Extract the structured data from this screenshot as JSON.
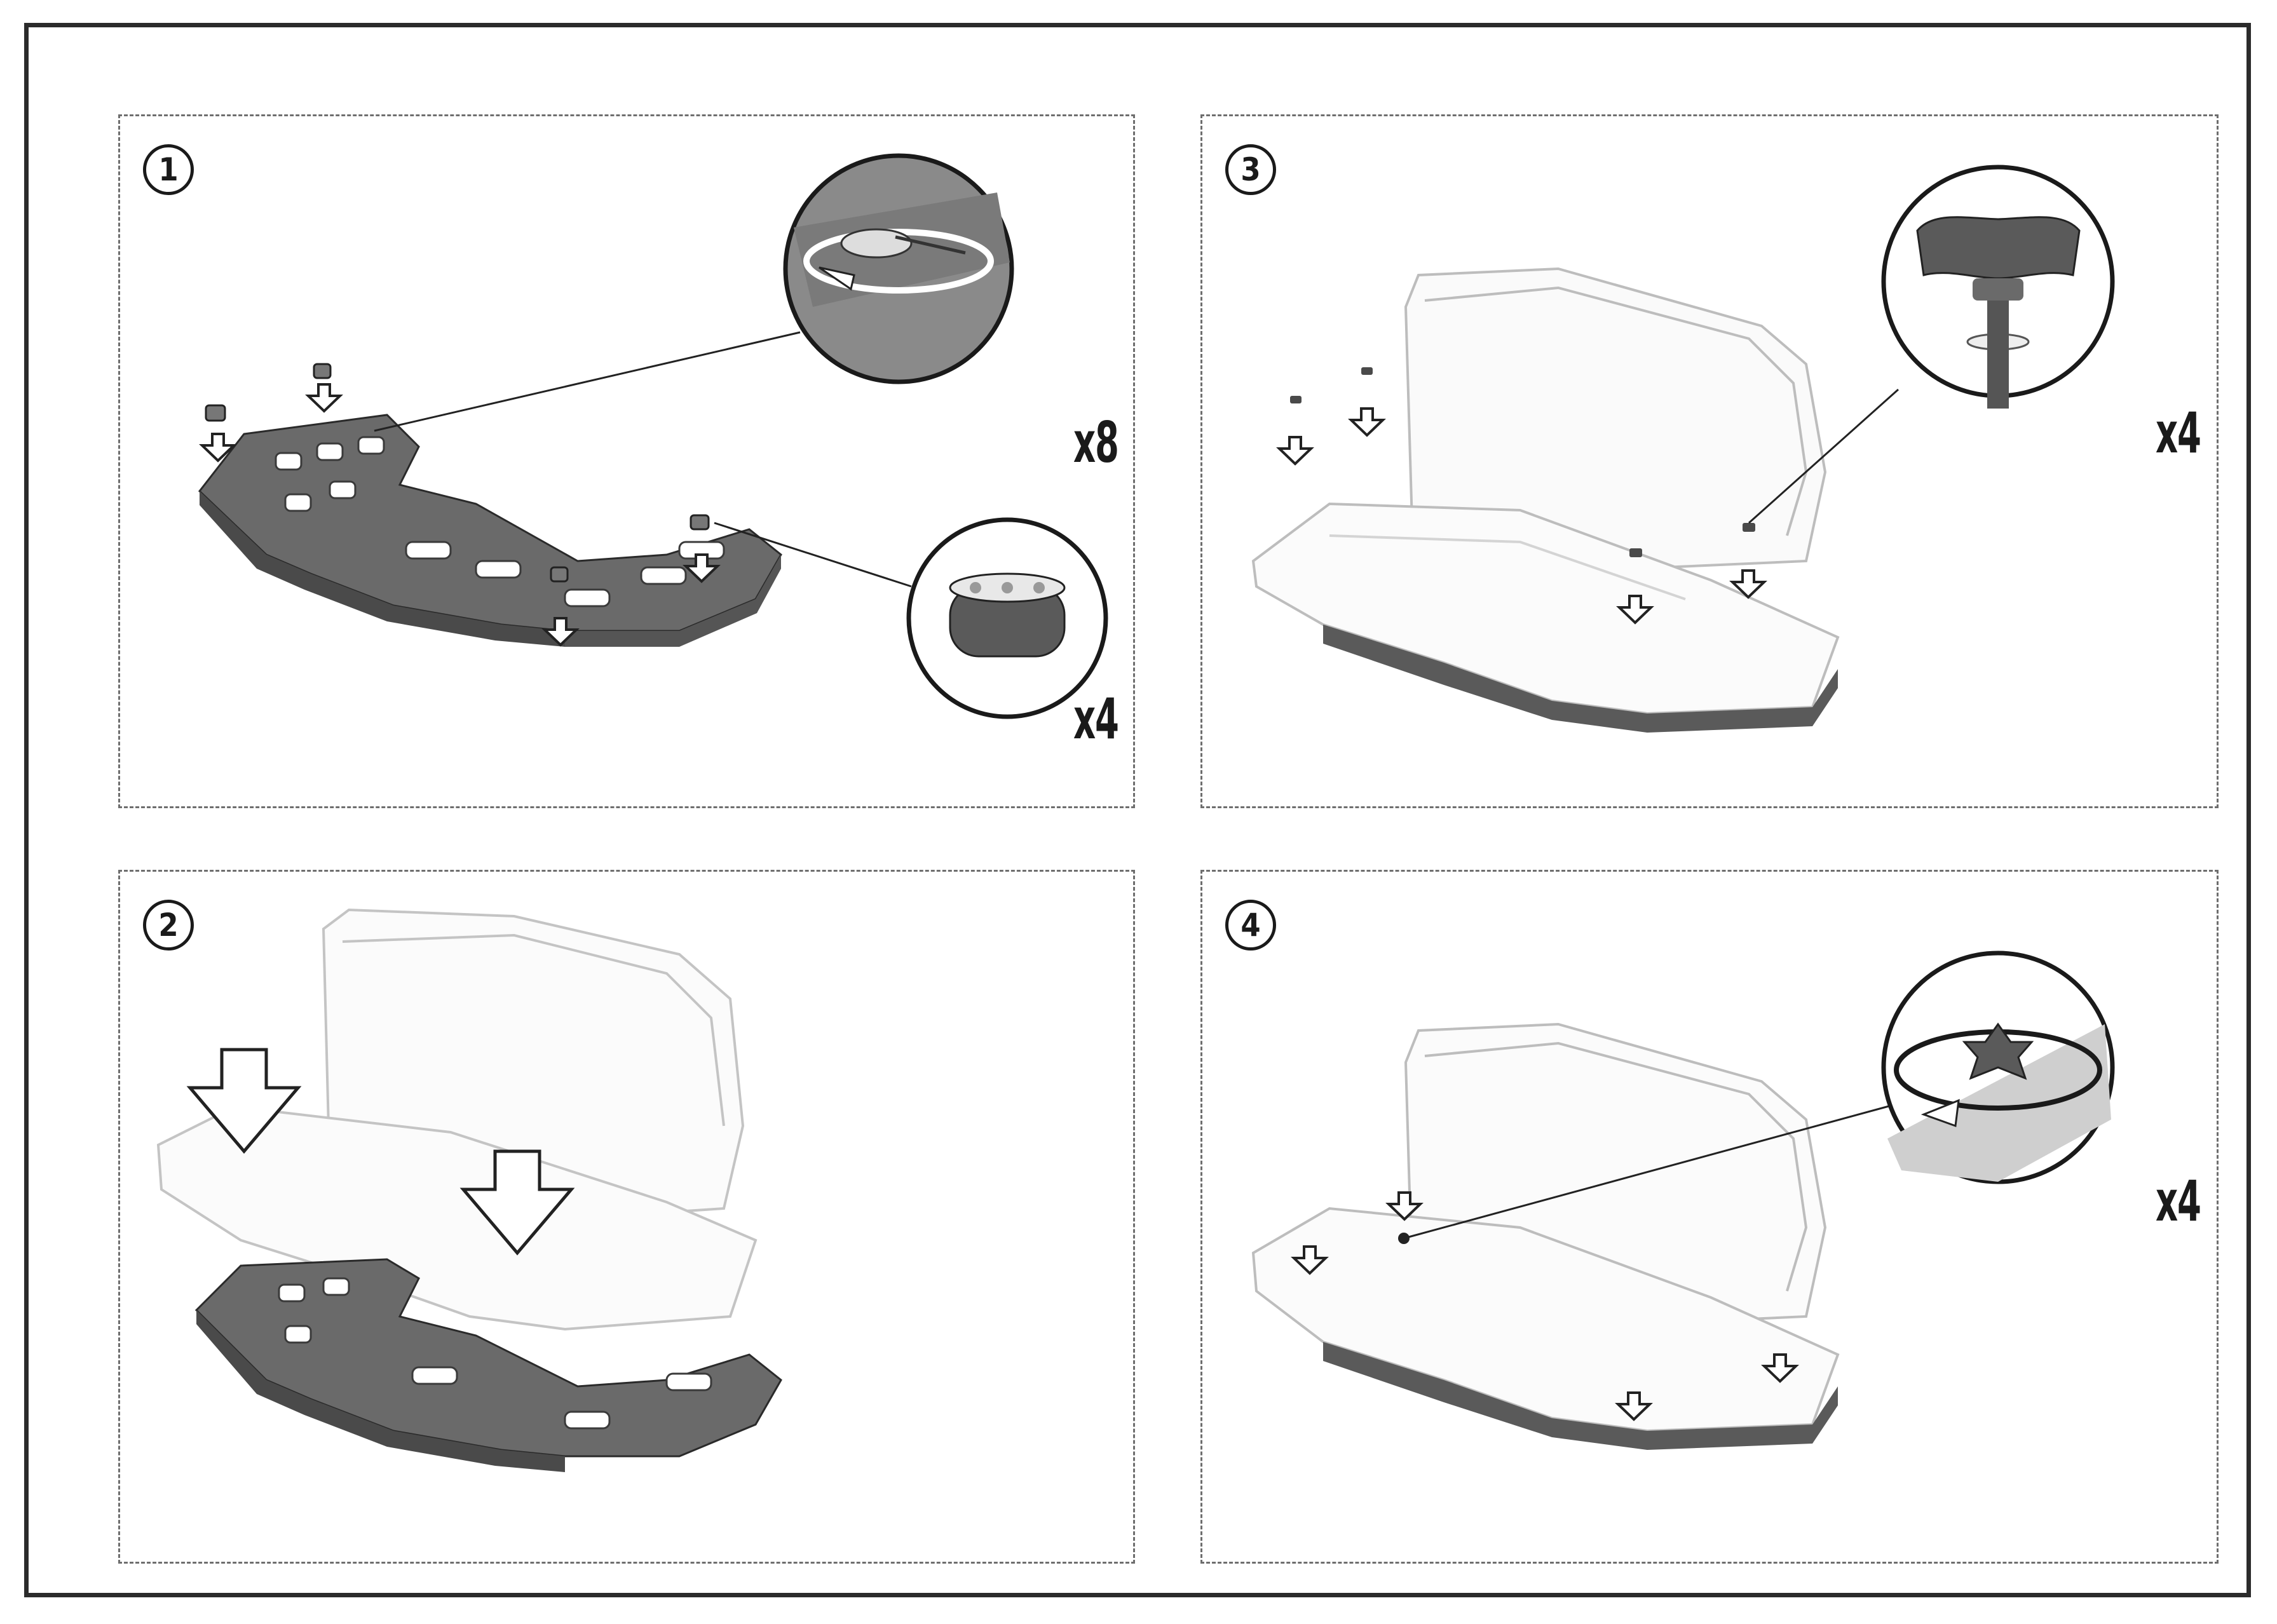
{
  "steps": [
    {
      "number": "1",
      "quantities": [
        "x8",
        "x4"
      ]
    },
    {
      "number": "3",
      "quantities": [
        "x4"
      ]
    },
    {
      "number": "2",
      "quantities": []
    },
    {
      "number": "4",
      "quantities": [
        "x4"
      ]
    }
  ],
  "colors": {
    "frame": "#2b2b2b",
    "part_dark": "#6a6a6a",
    "part_shadow": "#4a4a4a",
    "shell_outline": "#bdbdbd",
    "ink": "#1a1a1a"
  },
  "icons": [
    "down-arrow-icon",
    "rotate-arrow-icon",
    "knob-icon",
    "bolt-icon",
    "spacer-icon"
  ]
}
